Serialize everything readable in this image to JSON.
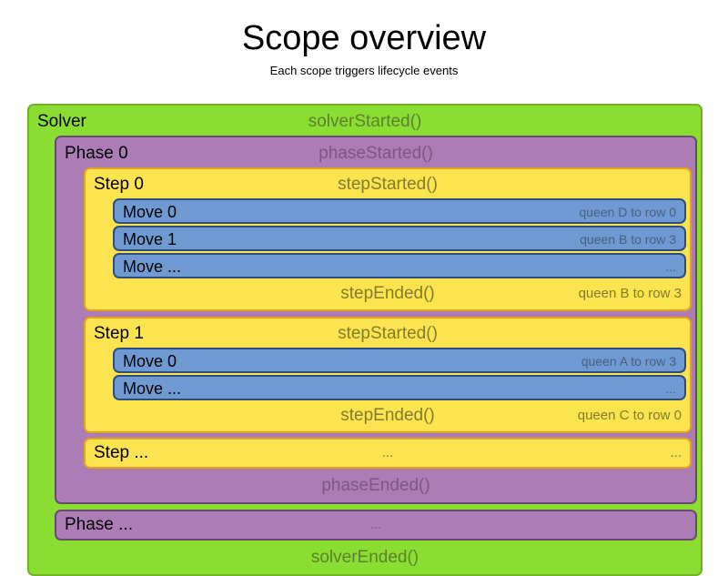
{
  "header": {
    "title": "Scope overview",
    "subtitle": "Each scope triggers lifecycle events"
  },
  "colors": {
    "solver_fill": "#8ade32",
    "solver_border": "#6fb226",
    "phase_fill": "#ac7cb4",
    "phase_border": "#6b4a72",
    "step_fill": "#fbe450",
    "step_border": "#e8a11c",
    "move_fill": "#6f9ad1",
    "move_border": "#2e4d7b",
    "label_text": "#000000",
    "event_text": "#666666"
  },
  "solver": {
    "label": "Solver",
    "started_event": "solverStarted()",
    "ended_event": "solverEnded()"
  },
  "phase0": {
    "label": "Phase 0",
    "started_event": "phaseStarted()",
    "ended_event": "phaseEnded()"
  },
  "phase_ellipsis": {
    "label": "Phase ...",
    "mid": "..."
  },
  "step0": {
    "label": "Step 0",
    "started_event": "stepStarted()",
    "ended_event": "stepEnded()",
    "ended_detail": "queen B to row 3",
    "moves": [
      {
        "label": "Move 0",
        "detail": "queen D to row 0"
      },
      {
        "label": "Move 1",
        "detail": "queen B to row 3"
      },
      {
        "label": "Move ...",
        "detail": "..."
      }
    ]
  },
  "step1": {
    "label": "Step 1",
    "started_event": "stepStarted()",
    "ended_event": "stepEnded()",
    "ended_detail": "queen C to row 0",
    "moves": [
      {
        "label": "Move 0",
        "detail": "queen A to row 3"
      },
      {
        "label": "Move ...",
        "detail": "..."
      }
    ]
  },
  "step_ellipsis": {
    "label": "Step ...",
    "mid": "...",
    "right": "..."
  }
}
